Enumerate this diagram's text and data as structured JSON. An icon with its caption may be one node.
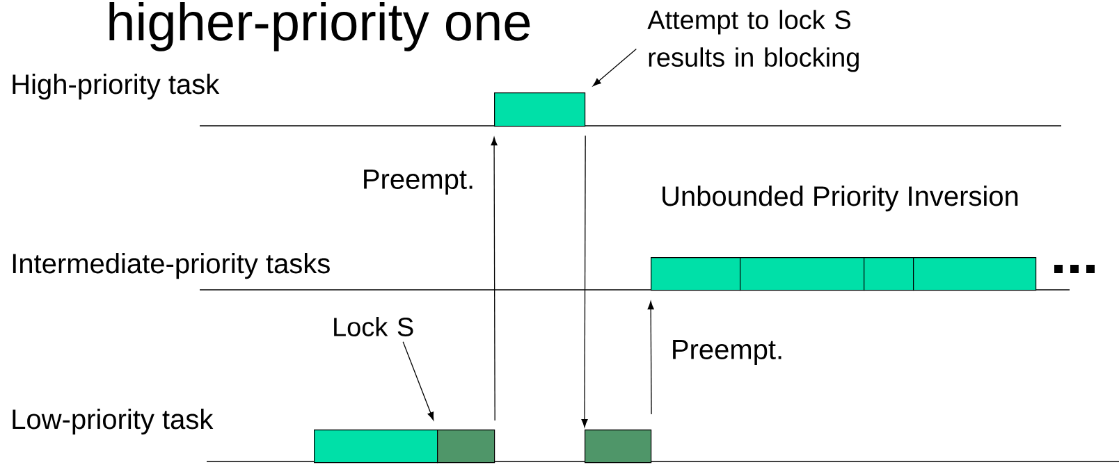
{
  "diagram": {
    "title": "higher-priority one",
    "nodes": [
      {
        "text": [
          "Attempt to lock S results in blocking"
        ]
      },
      {
        "text": [],
        "shape": "box"
      },
      {
        "text": [],
        "shape": "box"
      },
      {
        "text": [],
        "shape": "box"
      },
      {
        "text": [],
        "shape": "box"
      },
      {
        "text": [],
        "shape": "box"
      },
      {
        "text": [
          "Lock S"
        ]
      },
      {
        "text": [],
        "shape": "box"
      },
      {
        "text": [],
        "shape": "box"
      },
      {
        "text": [],
        "shape": "box"
      }
    ],
    "edges": [
      {
        "from": 0,
        "to": 1,
        "arrow": "to"
      },
      {
        "from": 6,
        "to": 8,
        "arrow": "to"
      },
      {
        "from": 8,
        "to": 1,
        "arrow": "to",
        "label": "Preempt."
      },
      {
        "from": 1,
        "to": 9,
        "arrow": "to"
      },
      {
        "from": 9,
        "to": 2,
        "arrow": "to",
        "label": "Preempt."
      }
    ],
    "labels": [
      "High-priority task",
      "Unbounded Priority Inversion",
      "Intermediate-priority tasks",
      "Low-priority task"
    ]
  }
}
